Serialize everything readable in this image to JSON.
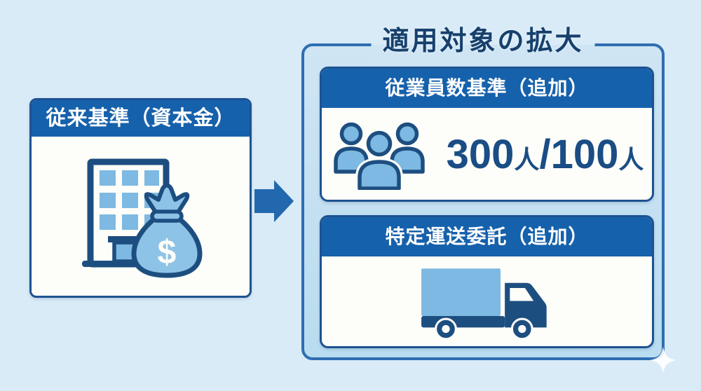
{
  "colors": {
    "page_bg": "#d9ebf7",
    "header_blue": "#1661ab",
    "card_border": "#1d5291",
    "panel_border": "#2e6eb1",
    "panel_bg_a": "#cfe5f4",
    "panel_bg_b": "#b9dcf0",
    "card_bg": "#fdfdf9",
    "dark_text": "#16406d",
    "value_color": "#1a4d85",
    "icon_light": "#7db9e2",
    "icon_light_alt": "#8ec3e8",
    "icon_dark": "#1d4e80",
    "arrow_blue": "#2268ae",
    "white_text": "#ffffff"
  },
  "legacy_card": {
    "title": "従来基準（資本金）",
    "icon": "building-and-money-bag-icon",
    "money_symbol": "$"
  },
  "arrow": {
    "icon": "right-arrow-icon"
  },
  "expansion_panel": {
    "title": "適用対象の拡大",
    "employee_card": {
      "title": "従業員数基準（追加）",
      "icon": "people-group-icon",
      "value": {
        "first_value": "300",
        "first_unit": "人",
        "separator": "/",
        "second_value": "100",
        "second_unit": "人"
      }
    },
    "transport_card": {
      "title": "特定運送委託（追加）",
      "icon": "truck-icon"
    }
  },
  "decoration": {
    "sparkle": "sparkle-icon"
  }
}
